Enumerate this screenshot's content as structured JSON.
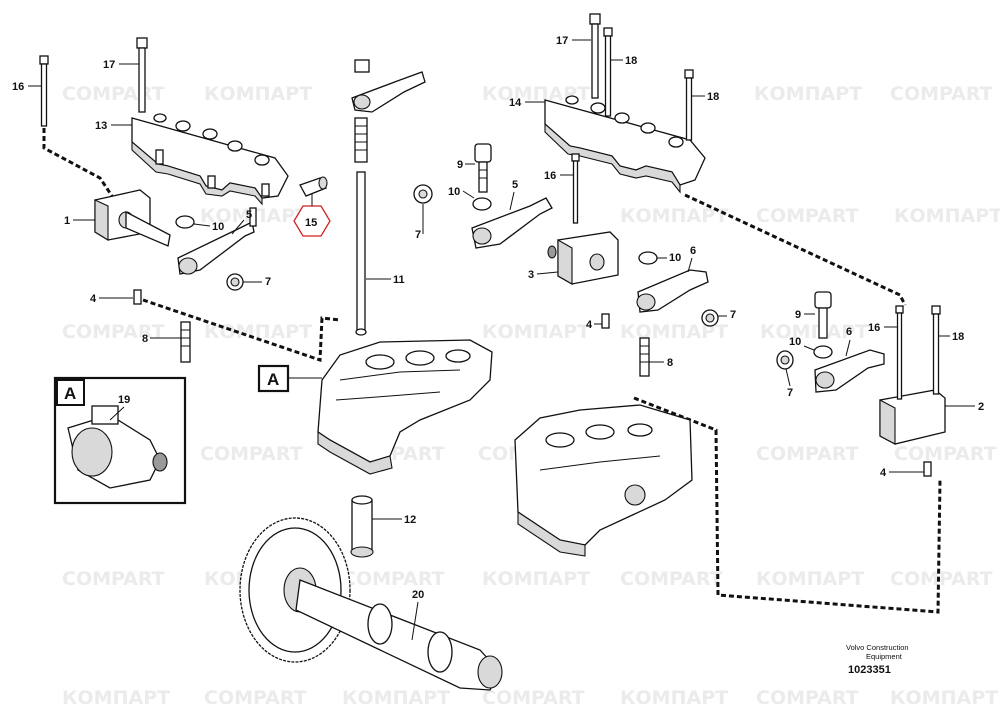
{
  "watermark": {
    "latin": "COMPART",
    "cyrillic": "КОМПАРТ"
  },
  "callouts": [
    "16",
    "17",
    "13",
    "1",
    "5",
    "10",
    "15",
    "7",
    "4",
    "8",
    "11",
    "9",
    "10",
    "5",
    "7",
    "3",
    "14",
    "17",
    "18",
    "18",
    "16",
    "10",
    "6",
    "7",
    "4",
    "8",
    "9",
    "16",
    "18",
    "10",
    "6",
    "7",
    "2",
    "4",
    "19",
    "12",
    "20"
  ],
  "highlighted_callout": "15",
  "section_labels": {
    "main": "A",
    "detail": "A"
  },
  "corner": {
    "line1": "Volvo Construction",
    "line2": "Equipment",
    "number": "1023351"
  },
  "colors": {
    "highlight": "#cc2222",
    "ink": "#111111",
    "watermark": "#ebebeb"
  }
}
